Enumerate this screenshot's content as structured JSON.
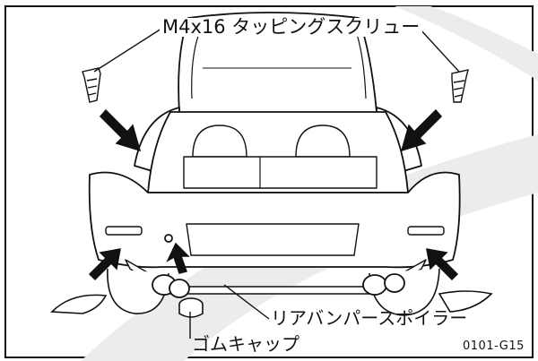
{
  "labels": {
    "screw": "M4x16 タッピングスクリュー",
    "spoiler": "リアバンパースポイラー",
    "cap": "ゴムキャップ",
    "part_code": "0101-G15"
  },
  "colors": {
    "line": "#111111",
    "arrow": "#111111",
    "swoosh": "#e8e8e8",
    "paint": "#ffffff"
  }
}
